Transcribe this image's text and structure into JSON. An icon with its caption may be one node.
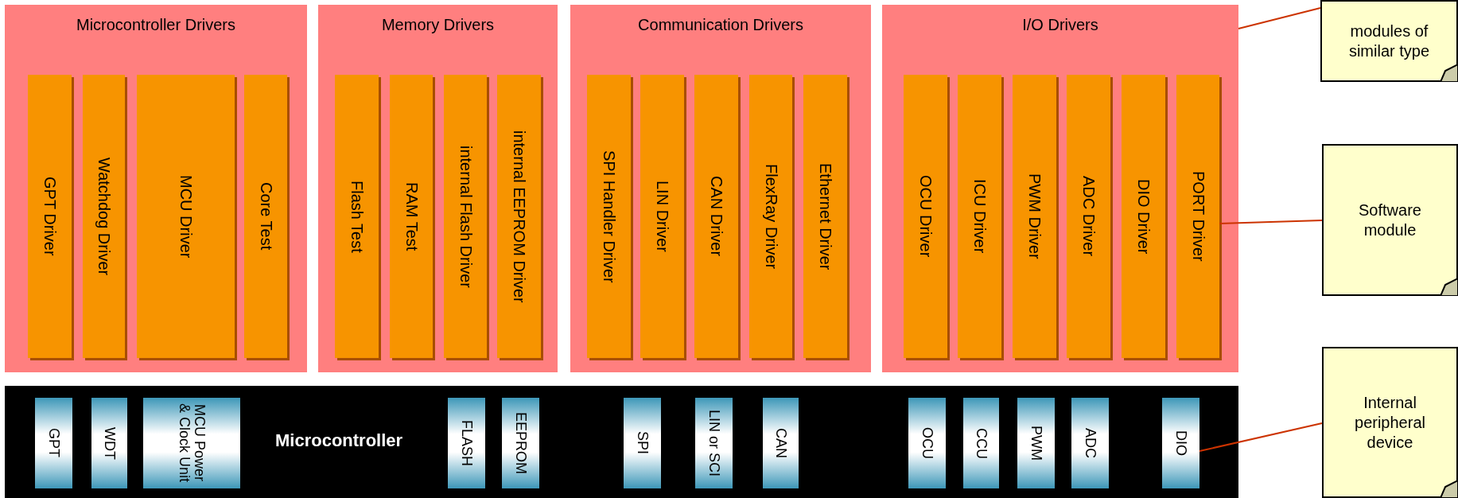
{
  "diagram": {
    "nodes": [
      {
        "text": [
          "Microcontroller Drivers"
        ]
      },
      {
        "text": [
          "GPT Driver"
        ],
        "in": 0
      },
      {
        "text": [
          "Watchdog Driver"
        ],
        "in": 0
      },
      {
        "text": [
          "MCU Driver"
        ],
        "in": 0
      },
      {
        "text": [
          "Core Test"
        ],
        "in": 0
      },
      {
        "text": [
          "Memory Drivers"
        ]
      },
      {
        "text": [
          "Flash Test"
        ],
        "in": 5
      },
      {
        "text": [
          "RAM Test"
        ],
        "in": 5
      },
      {
        "text": [
          "internal Flash Driver"
        ],
        "in": 5
      },
      {
        "text": [
          "internal EEPROM Driver"
        ],
        "in": 5
      },
      {
        "text": [
          "Communication Drivers"
        ]
      },
      {
        "text": [
          "SPI Handler Driver"
        ],
        "in": 10
      },
      {
        "text": [
          "LIN Driver"
        ],
        "in": 10
      },
      {
        "text": [
          "CAN Driver"
        ],
        "in": 10
      },
      {
        "text": [
          "FlexRay Driver"
        ],
        "in": 10
      },
      {
        "text": [
          "Ethernet Driver"
        ],
        "in": 10
      },
      {
        "text": [
          "I/O Drivers"
        ]
      },
      {
        "text": [
          "OCU Driver"
        ],
        "in": 16
      },
      {
        "text": [
          "ICU Driver"
        ],
        "in": 16
      },
      {
        "text": [
          "PWM Driver"
        ],
        "in": 16
      },
      {
        "text": [
          "ADC Driver"
        ],
        "in": 16
      },
      {
        "text": [
          "DIO Driver"
        ],
        "in": 16
      },
      {
        "text": [
          "PORT Driver"
        ],
        "in": 16
      },
      {
        "text": [
          "Microcontroller"
        ]
      },
      {
        "text": [
          "GPT"
        ],
        "in": 23
      },
      {
        "text": [
          "WDT"
        ],
        "in": 23
      },
      {
        "text": [
          "MCU Power & Clock Unit"
        ],
        "in": 23
      },
      {
        "text": [
          "FLASH"
        ],
        "in": 23
      },
      {
        "text": [
          "EEPROM"
        ],
        "in": 23
      },
      {
        "text": [
          "SPI"
        ],
        "in": 23
      },
      {
        "text": [
          "LIN or SCI"
        ],
        "in": 23
      },
      {
        "text": [
          "CAN"
        ],
        "in": 23
      },
      {
        "text": [
          "OCU"
        ],
        "in": 23
      },
      {
        "text": [
          "CCU"
        ],
        "in": 23
      },
      {
        "text": [
          "PWM"
        ],
        "in": 23
      },
      {
        "text": [
          "ADC"
        ],
        "in": 23
      },
      {
        "text": [
          "DIO"
        ],
        "in": 23
      },
      {
        "text": [
          "modules of similar type"
        ]
      },
      {
        "text": [
          "Software module"
        ]
      },
      {
        "text": [
          "Internal peripheral device"
        ]
      }
    ],
    "edges": [
      {
        "from": 37,
        "to": 16,
        "arrow": "none"
      },
      {
        "from": 38,
        "to": 22,
        "arrow": "none"
      },
      {
        "from": 39,
        "to": 36,
        "arrow": "none"
      }
    ]
  }
}
